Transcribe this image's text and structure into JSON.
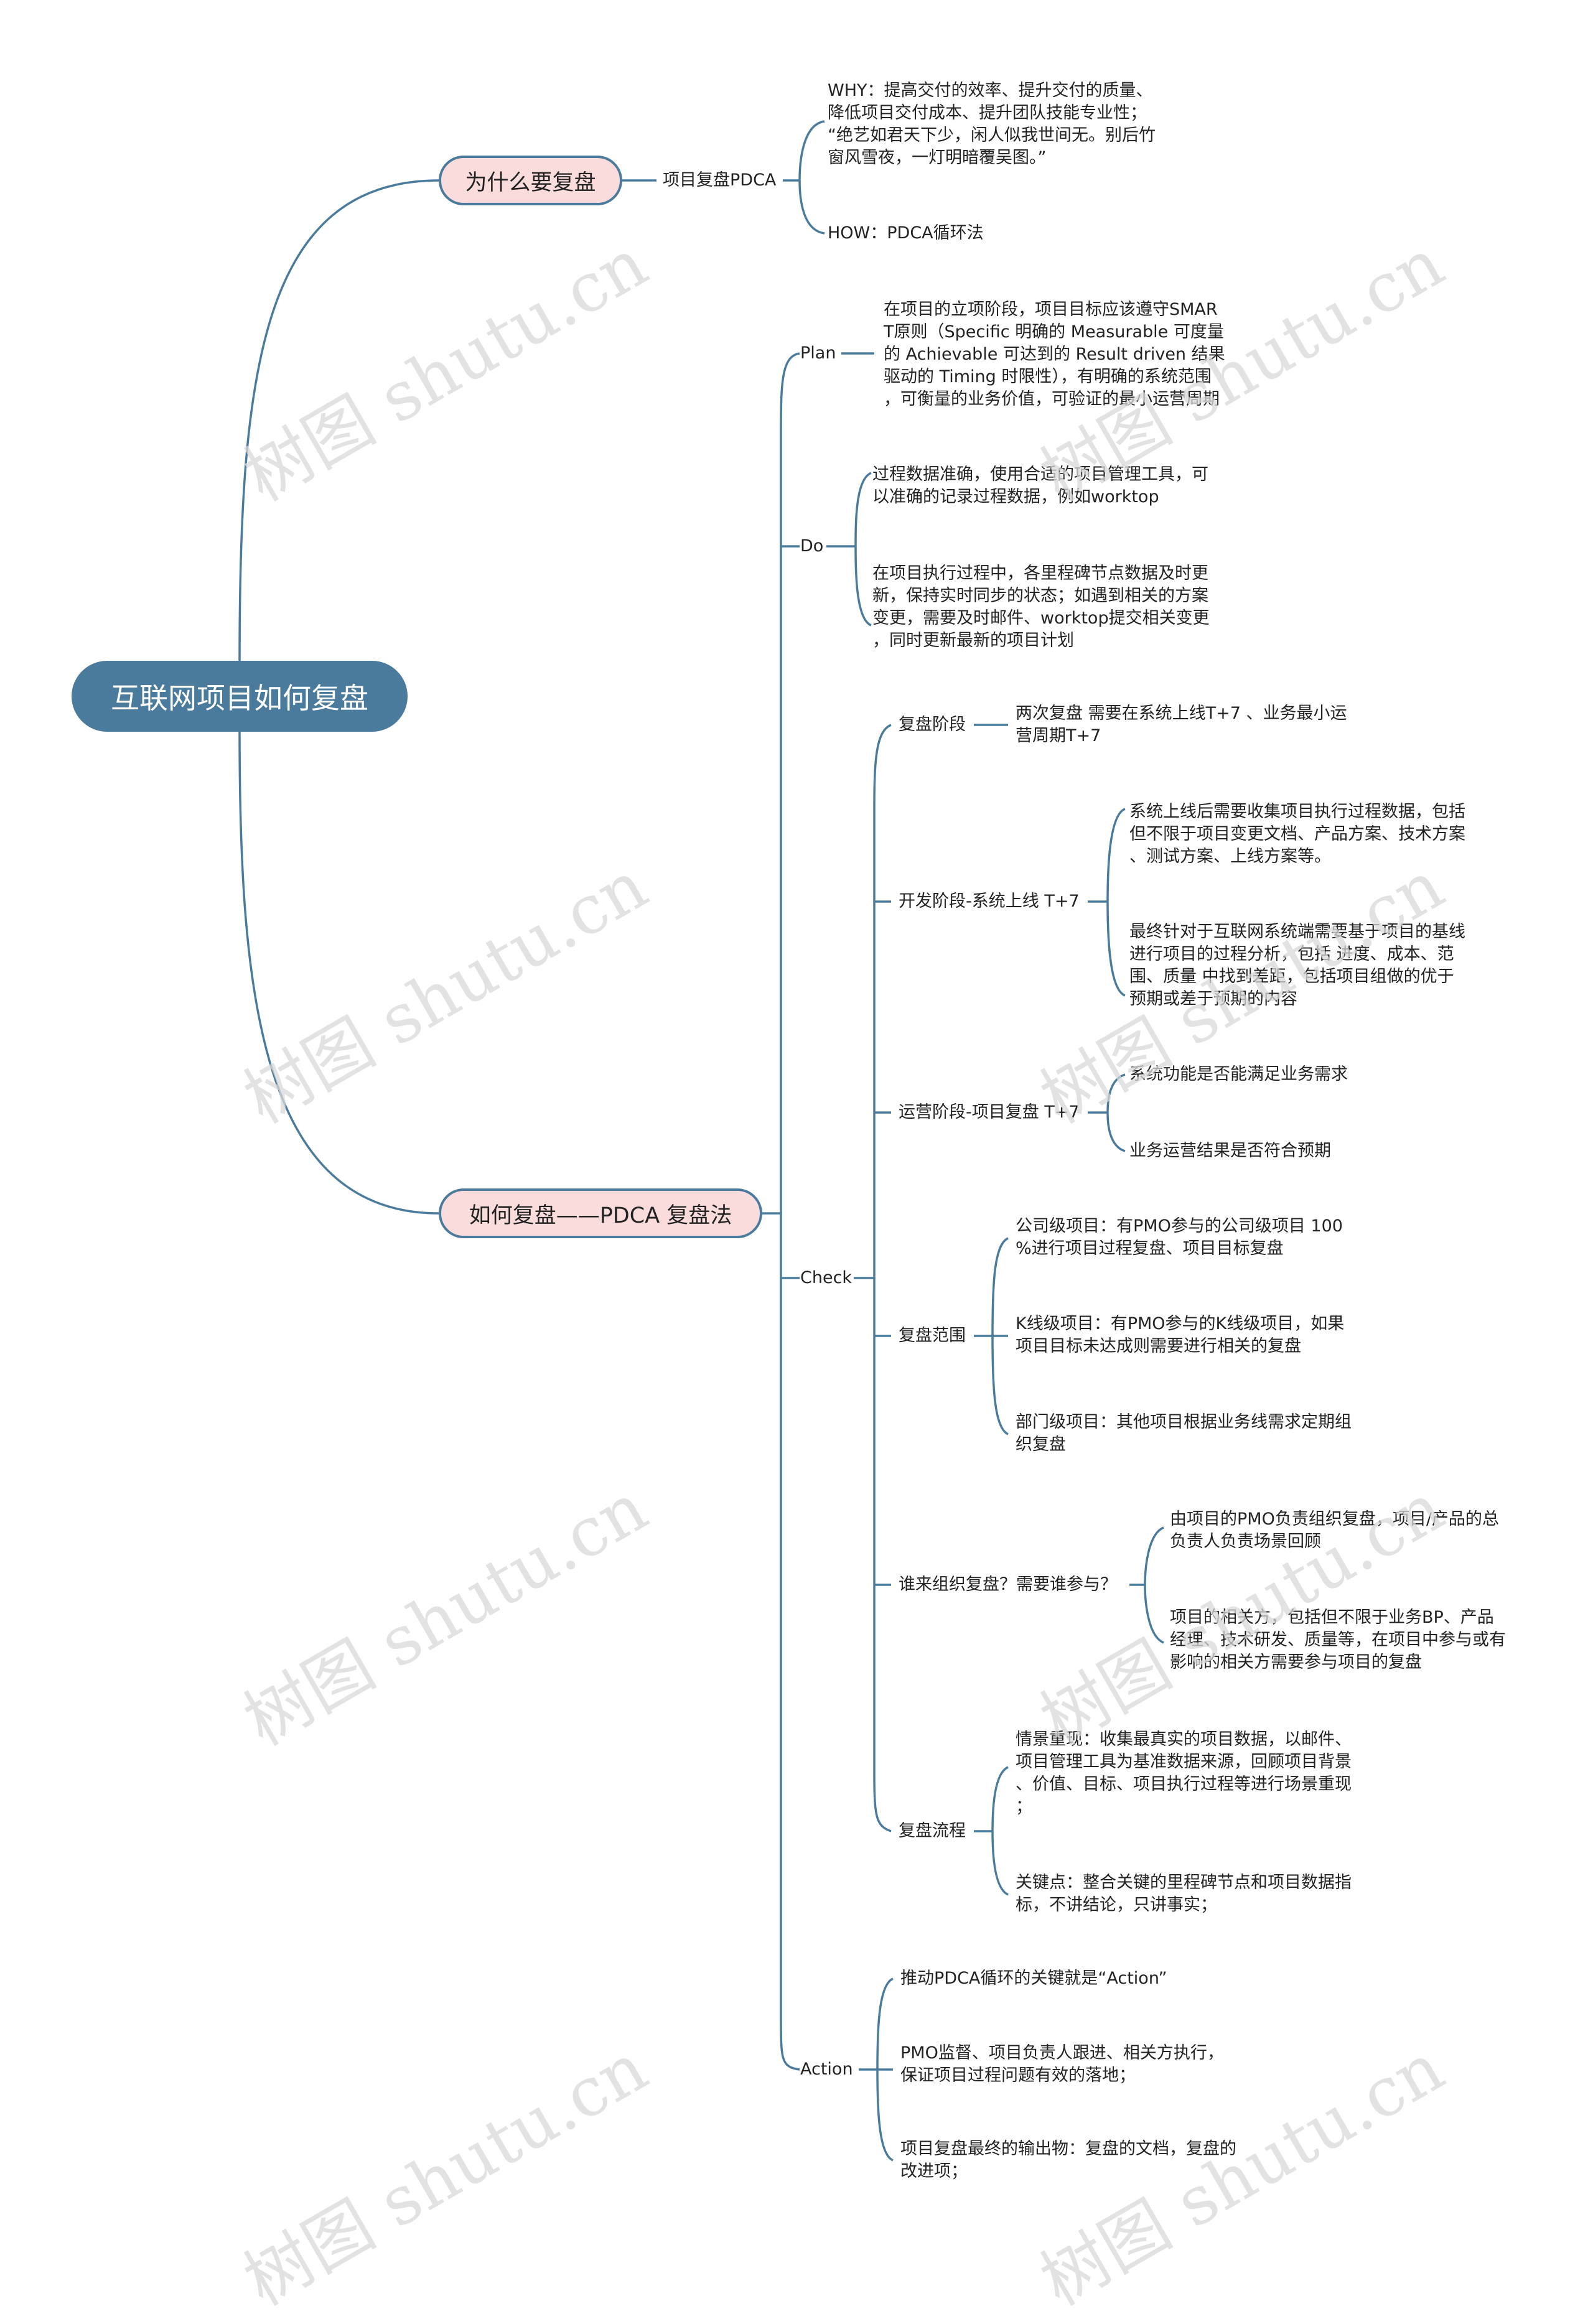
{
  "root": {
    "title": "互联网项目如何复盘"
  },
  "branch_why": {
    "label": "为什么要复盘",
    "child": "项目复盘PDCA",
    "why_text": "WHY：提高交付的效率、提升交付的质量、\n降低项目交付成本、提升团队技能专业性；\n“绝艺如君天下少，闲人似我世间无。别后竹\n窗风雪夜，一灯明暗覆吴图。”",
    "how_text": "HOW：PDCA循环法"
  },
  "branch_how": {
    "label": "如何复盘——PDCA 复盘法",
    "plan": {
      "label": "Plan",
      "text": "在项目的立项阶段，项目目标应该遵守SMAR\nT原则（Specific 明确的 Measurable 可度量\n的 Achievable 可达到的 Result driven 结果\n驱动的 Timing 时限性），有明确的系统范围\n，可衡量的业务价值，可验证的最小运营周期"
    },
    "do": {
      "label": "Do",
      "text1": "过程数据准确，使用合适的项目管理工具，可\n以准确的记录过程数据，例如worktop",
      "text2": "在项目执行过程中，各里程碑节点数据及时更\n新，保持实时同步的状态；如遇到相关的方案\n变更，需要及时邮件、worktop提交相关变更\n，同时更新最新的项目计划"
    },
    "check": {
      "label": "Check",
      "stage": {
        "label": "复盘阶段",
        "text": "两次复盘 需要在系统上线T+7 、业务最小运\n营周期T+7"
      },
      "dev": {
        "label": "开发阶段-系统上线 T+7",
        "text1": "系统上线后需要收集项目执行过程数据，包括\n但不限于项目变更文档、产品方案、技术方案\n、测试方案、上线方案等。",
        "text2": "最终针对于互联网系统端需要基于项目的基线\n进行项目的过程分析，包括 进度、成本、范\n围、质量 中找到差距，包括项目组做的优于\n预期或差于预期的内容"
      },
      "ops": {
        "label": "运营阶段-项目复盘 T+7",
        "text1": "系统功能是否能满足业务需求",
        "text2": "业务运营结果是否符合预期"
      },
      "scope": {
        "label": "复盘范围",
        "text1": "公司级项目：有PMO参与的公司级项目 100\n%进行项目过程复盘、项目目标复盘",
        "text2": "K线级项目：有PMO参与的K线级项目，如果\n项目目标未达成则需要进行相关的复盘",
        "text3": "部门级项目：其他项目根据业务线需求定期组\n织复盘"
      },
      "who": {
        "label": "谁来组织复盘？需要谁参与？",
        "text1": "由项目的PMO负责组织复盘，项目/产品的总\n负责人负责场景回顾",
        "text2": "项目的相关方，包括但不限于业务BP、产品\n经理、技术研发、质量等，在项目中参与或有\n影响的相关方需要参与项目的复盘"
      },
      "flow": {
        "label": "复盘流程",
        "text1": "情景重现：收集最真实的项目数据，以邮件、\n项目管理工具为基准数据来源，回顾项目背景\n、价值、目标、项目执行过程等进行场景重现\n；",
        "text2": "关键点：整合关键的里程碑节点和项目数据指\n标，不讲结论，只讲事实；"
      }
    },
    "action": {
      "label": "Action",
      "text1": "推动PDCA循环的关键就是“Action”",
      "text2": "PMO监督、项目负责人跟进、相关方执行，\n保证项目过程问题有效的落地；",
      "text3": "项目复盘最终的输出物：复盘的文档，复盘的\n改进项；"
    }
  },
  "watermark": "树图 shutu.cn",
  "colors": {
    "line": "#4a7b9d",
    "root_bg": "#4a7b9d",
    "branch_bg": "#fbdcdc",
    "watermark": "#d9d9d9"
  }
}
